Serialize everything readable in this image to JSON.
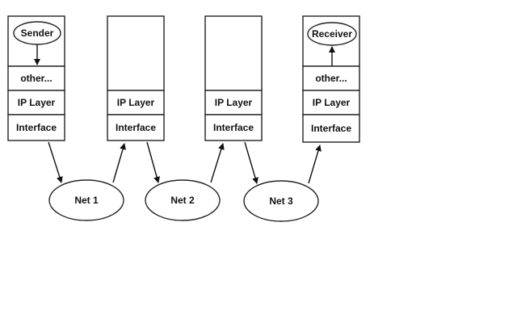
{
  "stacks": [
    {
      "id": "sender-stack",
      "top": "Sender",
      "layers": [
        "other...",
        "IP Layer",
        "Interface"
      ]
    },
    {
      "id": "router-1",
      "top": "",
      "layers": [
        "IP Layer",
        "Interface"
      ]
    },
    {
      "id": "router-2",
      "top": "",
      "layers": [
        "IP Layer",
        "Interface"
      ]
    },
    {
      "id": "receiver-stack",
      "top": "Receiver",
      "layers": [
        "other...",
        "IP Layer",
        "Interface"
      ]
    }
  ],
  "networks": [
    "Net 1",
    "Net 2",
    "Net 3"
  ],
  "colors": {
    "stroke": "#222222",
    "fill": "#ffffff",
    "text": "#111111"
  }
}
